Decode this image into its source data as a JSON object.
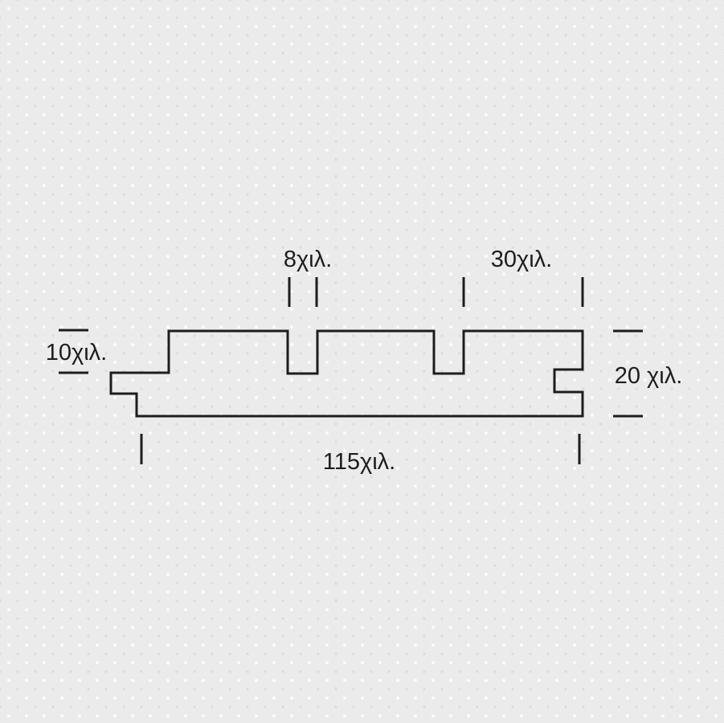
{
  "diagram": {
    "dimensions": {
      "groove_width": {
        "label": "8χιλ.",
        "value_mm": 8
      },
      "groove_spacing": {
        "label": "30χιλ.",
        "value_mm": 30
      },
      "step_height": {
        "label": "10χιλ.",
        "value_mm": 10
      },
      "thickness": {
        "label": "20 χιλ.",
        "value_mm": 20
      },
      "total_width": {
        "label": "115χιλ.",
        "value_mm": 115
      }
    },
    "colors": {
      "line": "#1d1d1b",
      "background": "#ebebeb"
    }
  }
}
